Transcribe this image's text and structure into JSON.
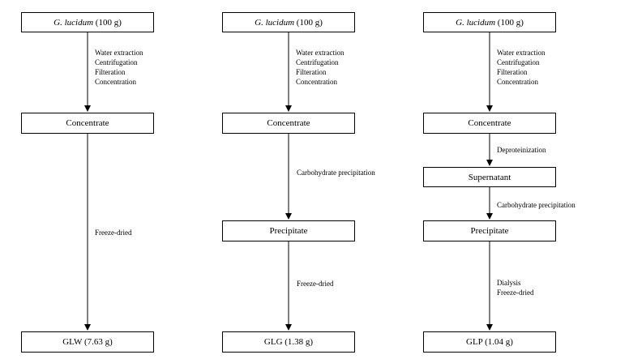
{
  "diagram": {
    "columns": [
      {
        "start": {
          "species": "G. lucidum",
          "amount": " (100 g)"
        },
        "step1": [
          "Water extraction",
          "Centrifugation",
          "Filteration",
          "Concentration"
        ],
        "node1": "Concentrate",
        "step2": [
          "Freeze-dried"
        ],
        "end": "GLW (7.63 g)"
      },
      {
        "start": {
          "species": "G. lucidum",
          "amount": " (100 g)"
        },
        "step1": [
          "Water extraction",
          "Centrifugation",
          "Filteration",
          "Concentration"
        ],
        "node1": "Concentrate",
        "step2": [
          "Carbohydrate precipitation"
        ],
        "node2": "Precipitate",
        "step3": [
          "Freeze-dried"
        ],
        "end": "GLG (1.38 g)"
      },
      {
        "start": {
          "species": "G. lucidum",
          "amount": " (100 g)"
        },
        "step1": [
          "Water extraction",
          "Centrifugation",
          "Filteration",
          "Concentration"
        ],
        "node1": "Concentrate",
        "step2": [
          "Deproteinization"
        ],
        "node2": "Supernatant",
        "step3": [
          "Carbohydrate precipitation"
        ],
        "node3": "Precipitate",
        "step4": [
          "Dialysis",
          "Freeze-dried"
        ],
        "end": "GLP (1.04 g)"
      }
    ]
  }
}
